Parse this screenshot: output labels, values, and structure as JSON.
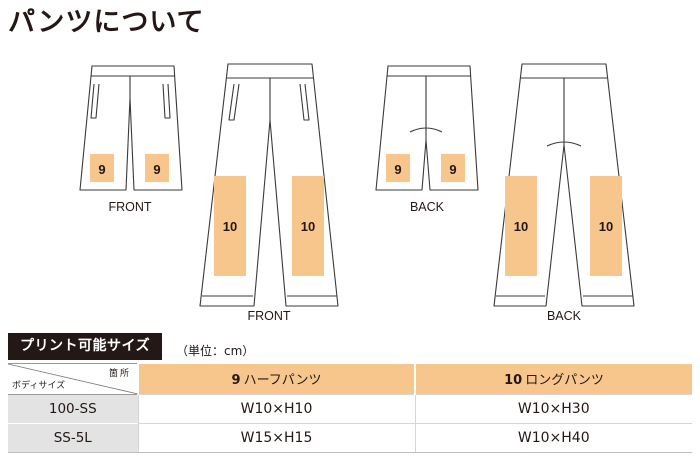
{
  "page": {
    "title": "パンツについて"
  },
  "figures": {
    "short_front_label": "FRONT",
    "long_front_label": "FRONT",
    "short_back_label": "BACK",
    "long_back_label": "BACK",
    "zone_short": "9",
    "zone_long": "10"
  },
  "section": {
    "heading": "プリント可能サイズ",
    "unit": "（単位：cm）"
  },
  "table": {
    "corner_part": "箇所",
    "corner_body": "ボディサイズ",
    "columns": [
      {
        "num": "9",
        "label": "ハーフパンツ"
      },
      {
        "num": "10",
        "label": "ロングパンツ"
      }
    ],
    "rows": [
      {
        "size": "100-SS",
        "cells": [
          "W10×H10",
          "W10×H30"
        ]
      },
      {
        "size": "SS-5L",
        "cells": [
          "W15×H15",
          "W10×H40"
        ]
      }
    ]
  },
  "colors": {
    "print_zone": "#f7c68d",
    "header_bg": "#231815",
    "row_head_bg": "#e3e3e3"
  }
}
